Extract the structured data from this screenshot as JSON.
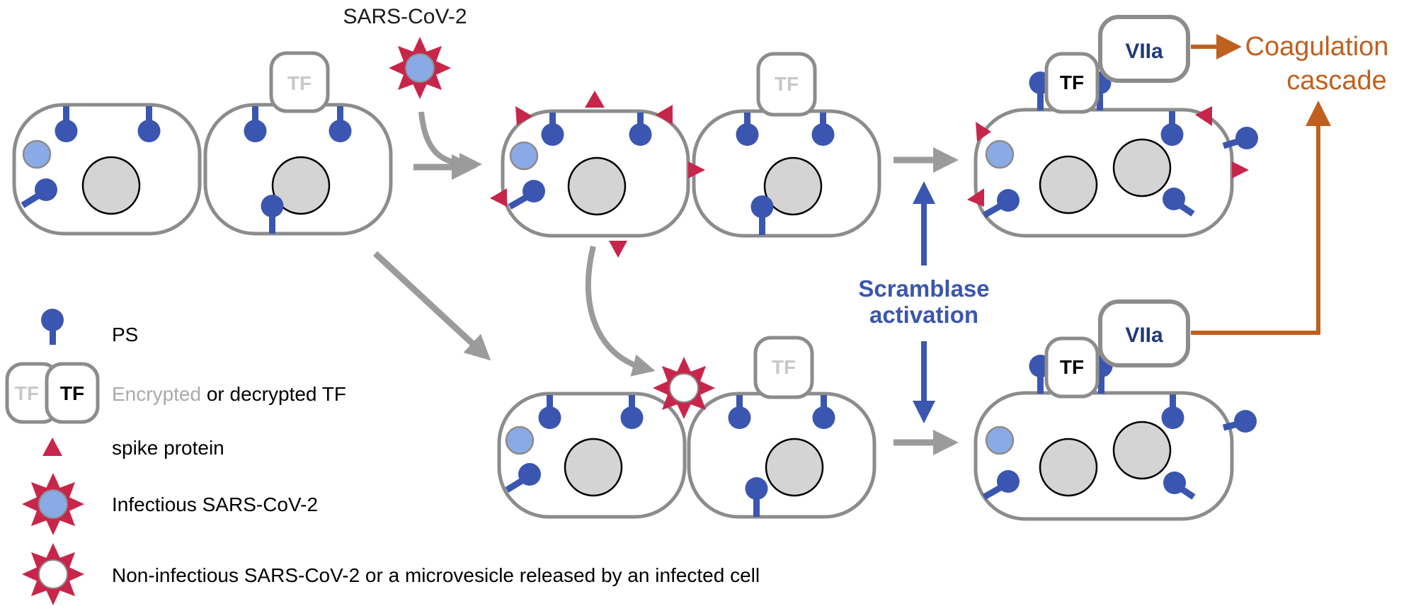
{
  "virus_label": "SARS-CoV-2",
  "tf_label": "TF",
  "viia_label": "VIIa",
  "coagulation": {
    "line1": "Coagulation",
    "line2": "cascade"
  },
  "scramblase": {
    "line1": "Scramblase",
    "line2": "activation"
  },
  "legend": {
    "ps": "PS",
    "tf_encrypted": "Encrypted",
    "tf_rest": " or decrypted TF",
    "spike": "spike protein",
    "infectious": "Infectious SARS-CoV-2",
    "noninfectious": "Non-infectious SARS-CoV-2 or a microvesicle released by an infected cell"
  },
  "colors": {
    "cell_outline": "#8c8c8c",
    "nucleus": "#d4d4d4",
    "ps_blue": "#3a56b0",
    "vesicle_light_blue": "#8aaae6",
    "spike_red": "#c8254a",
    "arrow_gray": "#9b9b9b",
    "scramblase_blue": "#3a56b0",
    "coagulation_orange": "#c0601e",
    "viia_navy": "#1f3a7a",
    "tf_encrypted_gray": "#c8c8c8"
  }
}
